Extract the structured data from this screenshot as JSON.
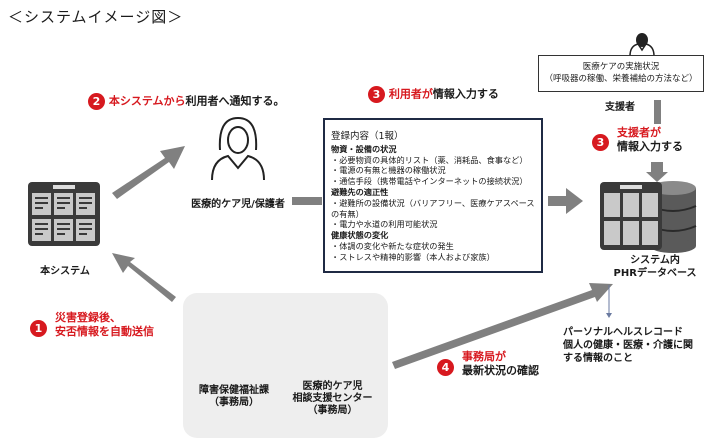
{
  "title": "＜システムイメージ図＞",
  "nodes": {
    "main_system": {
      "label": "本システム"
    },
    "parent": {
      "label": "医療的ケア児/保護者"
    },
    "supporter": {
      "label": "支援者"
    },
    "phr_db": {
      "label_line1": "システム内",
      "label_line2": "PHRデータベース"
    },
    "office1": {
      "label_line1": "障害保健福祉課",
      "label_line2": "（事務局）"
    },
    "office2": {
      "label_line1": "医療的ケア児",
      "label_line2": "相談支援センター",
      "label_line3": "（事務局）"
    }
  },
  "care_box": {
    "line1": "医療ケアの実施状況",
    "line2": "（呼吸器の稼働、栄養補給の方法など）"
  },
  "steps": [
    {
      "num": "1",
      "red_text": "災害登録後、",
      "red_text2": "安否情報を自動送信",
      "black_text": ""
    },
    {
      "num": "2",
      "red_text": "本システムから",
      "black_text": "利用者へ通知する。"
    },
    {
      "num": "3",
      "red_text": "利用者が",
      "black_text": "情報入力する"
    },
    {
      "num": "3",
      "red_text": "支援者が",
      "black_text": "情報入力する"
    },
    {
      "num": "4",
      "red_text": "事務局が",
      "black_text": "最新状況の確認"
    }
  ],
  "info_box": {
    "heading": "登録内容（1報）",
    "sections": [
      {
        "title": "物資・設備の状況",
        "items": [
          "・必要物資の具体的リスト（薬、消耗品、食事など）",
          "・電源の有無と機器の稼働状況",
          "・通信手段（携帯電話やインターネットの接続状況）"
        ]
      },
      {
        "title": "避難先の適正性",
        "items": [
          "・避難所の設備状況（バリアフリー、医療ケアスペースの有無）",
          "・電力や水道の利用可能状況"
        ]
      },
      {
        "title": "健康状態の変化",
        "items": [
          "・体調の変化や新たな症状の発生",
          "・ストレスや精神的影響（本人および家族）"
        ]
      }
    ]
  },
  "phr_description": {
    "line1": "パーソナルヘルスレコード",
    "line2": "個人の健康・医療・介護に関",
    "line3": "する情報のこと"
  },
  "colors": {
    "accent_red": "#d7191f",
    "arrow_gray": "#808080",
    "box_border": "#1f2a44",
    "panel_bg": "#eeeeee"
  }
}
